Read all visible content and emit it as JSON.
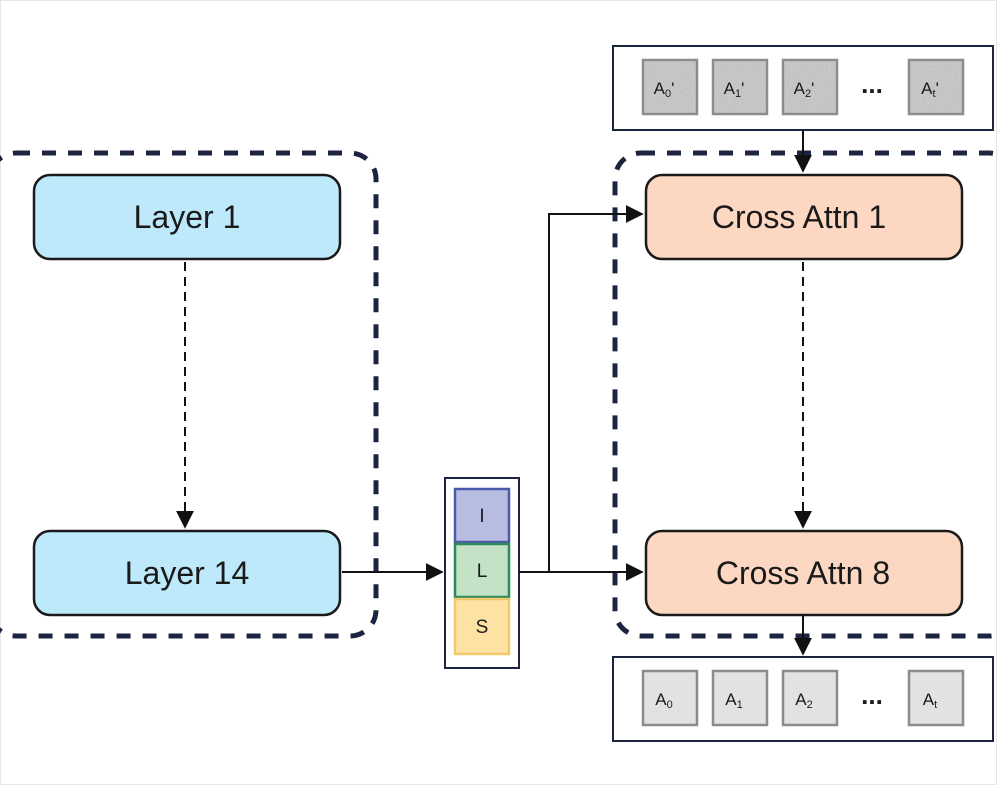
{
  "encoder": {
    "layers": [
      {
        "label": "Layer 1"
      },
      {
        "label": "Layer 14"
      }
    ]
  },
  "fusion_vector": {
    "cells": [
      {
        "label": "I",
        "fill": "#b7bde0",
        "stroke": "#4a5aa8"
      },
      {
        "label": "L",
        "fill": "#c3e2c6",
        "stroke": "#2f8a5a"
      },
      {
        "label": "S",
        "fill": "#fde2a4",
        "stroke": "#f0c96a"
      }
    ]
  },
  "decoder": {
    "blocks": [
      {
        "label": "Cross Attn 1"
      },
      {
        "label": "Cross Attn 8"
      }
    ]
  },
  "input_tokens": {
    "tokens": [
      {
        "base": "A",
        "sub": "0",
        "mark": "'"
      },
      {
        "base": "A",
        "sub": "1",
        "mark": "'"
      },
      {
        "base": "A",
        "sub": "2",
        "mark": "'"
      },
      {
        "base": "A",
        "sub": "t",
        "mark": "'"
      }
    ],
    "ellipsis": "..."
  },
  "output_tokens": {
    "tokens": [
      {
        "base": "A",
        "sub": "0"
      },
      {
        "base": "A",
        "sub": "1"
      },
      {
        "base": "A",
        "sub": "2"
      },
      {
        "base": "A",
        "sub": "t"
      }
    ],
    "ellipsis": "..."
  },
  "colors": {
    "layer_fill": "#bde9fb",
    "cross_attn_fill": "#fcd8c3",
    "outline": "#1c2440",
    "dashed_group": "#1c2440",
    "token_noisy_fill": "#c9c9c9",
    "token_clean_fill": "#e2e2e2"
  }
}
